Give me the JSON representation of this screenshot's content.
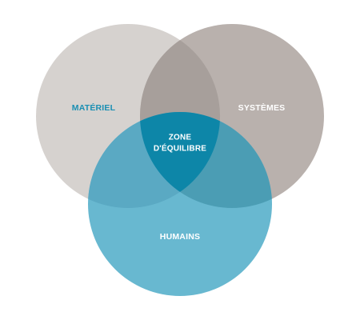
{
  "diagram": {
    "type": "venn",
    "sets": [
      {
        "id": "materiel",
        "label": "MATÉRIEL",
        "color": "#d6d2cf",
        "label_color": "#1a8fb3"
      },
      {
        "id": "systemes",
        "label": "SYSTÈMES",
        "color": "#b9b1ad",
        "label_color": "#ffffff"
      },
      {
        "id": "humains",
        "label": "HUMAINS",
        "color": "#68b8d0",
        "label_color": "#ffffff"
      }
    ],
    "intersections": {
      "materiel_systemes": {
        "color": "#a79f9b"
      },
      "materiel_humains": {
        "color": "#5aa9c3"
      },
      "systemes_humains": {
        "color": "#4b9db4"
      },
      "center": {
        "lines": [
          "ZONE",
          "D'ÉQUILIBRE"
        ],
        "color": "#0d86a8",
        "label_color": "#ffffff"
      }
    }
  }
}
